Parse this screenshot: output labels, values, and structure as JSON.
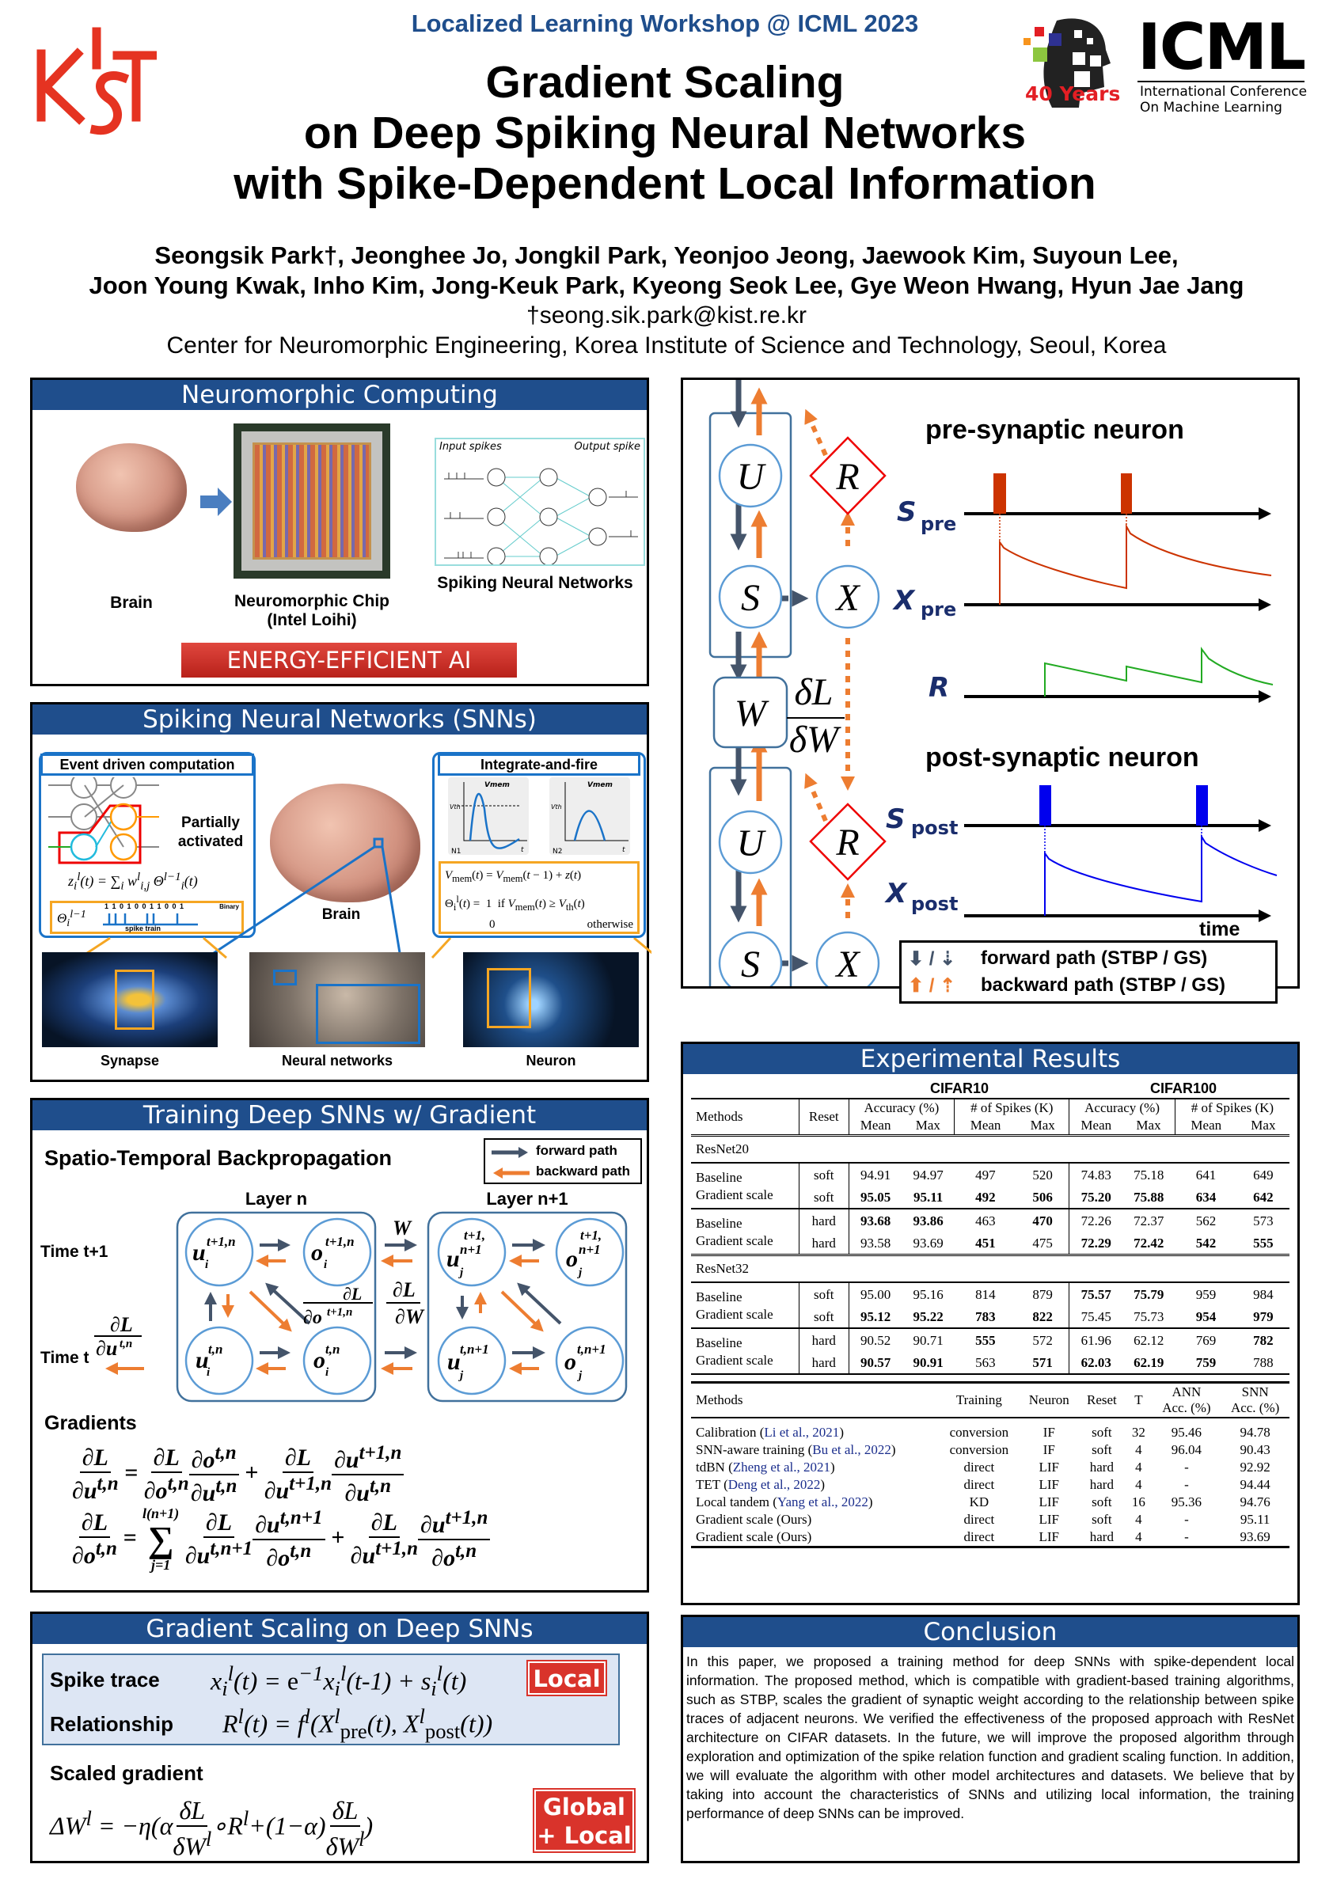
{
  "header": {
    "workshop": "Localized Learning Workshop @ ICML 2023",
    "title": [
      "Gradient Scaling",
      "on Deep Spiking Neural Networks",
      "with Spike-Dependent Local Information"
    ],
    "authors": [
      "Seongsik Park†, Jeonghee Jo, Jongkil Park, Yeonjoo Jeong, Jaewook Kim, Suyoun Lee,",
      "Joon Young Kwak, Inho Kim, Jong-Keuk Park, Kyeong Seok Lee, Gye Weon Hwang, Hyun Jae Jang"
    ],
    "email": "†seong.sik.park@kist.re.kr",
    "affiliation": "Center for Neuromorphic Engineering, Korea Institute of Science and Technology, Seoul, Korea",
    "kist_logo": "KIST",
    "icml_logo": {
      "name": "ICML",
      "years": "40 Years",
      "sub1": "International Conference",
      "sub2": "On Machine Learning"
    }
  },
  "neuromorphic": {
    "title": "Neuromorphic Computing",
    "brain": "Brain",
    "chip": [
      "Neuromorphic Chip",
      "(Intel Loihi)"
    ],
    "snn": "Spiking Neural Networks",
    "input_spikes": "Input spikes",
    "output_spike": "Output spike",
    "banner": "ENERGY-EFFICIENT AI"
  },
  "snns": {
    "title": "Spiking Neural Networks (SNNs)",
    "event": "Event driven computation",
    "partial": [
      "Partially",
      "activated"
    ],
    "binary_bits": "1 1 0 1 0 0 1 1 0 0 1",
    "binary": "Binary",
    "spike_train": "spike train",
    "iaf": "Integrate-and-fire",
    "vmem": "V",
    "vth": "V",
    "n1": "N1",
    "n2": "N2",
    "t": "t",
    "otherwise": "otherwise",
    "brain": "Brain",
    "synapse": "Synapse",
    "neural_networks": "Neural networks",
    "neuron": "Neuron"
  },
  "training": {
    "title": "Training Deep SNNs w/ Gradient",
    "subtitle": "Spatio-Temporal Backpropagation",
    "legend_fwd": "forward path",
    "legend_bwd": "backward path",
    "layer_n": "Layer n",
    "layer_n1": "Layer n+1",
    "time_t1": "Time t+1",
    "time_t": "Time t",
    "W": "W",
    "gradients": "Gradients"
  },
  "gs": {
    "title": "Gradient Scaling on Deep SNNs",
    "spike_trace": "Spike trace",
    "relationship": "Relationship",
    "local": "Local",
    "scaled": "Scaled gradient",
    "global": "Global",
    "plus_local": "+ Local"
  },
  "diagram": {
    "pre_title": "pre-synaptic neuron",
    "post_title": "post-synaptic neuron",
    "time": "time",
    "legend_fwd": "forward path (STBP / GS)",
    "legend_bwd": "backward path (STBP / GS)",
    "U": "U",
    "S": "S",
    "X": "X",
    "R": "R",
    "W": "W"
  },
  "results": {
    "title": "Experimental Results",
    "cifar10": "CIFAR10",
    "cifar100": "CIFAR100",
    "h_methods": "Methods",
    "h_reset": "Reset",
    "h_acc": "Accuracy (%)",
    "h_spk": "# of Spikes (K)",
    "h_mean": "Mean",
    "h_max": "Max",
    "groups": [
      {
        "name": "ResNet20",
        "blocks": [
          [
            {
              "m": "Baseline",
              "r": "soft",
              "v": [
                "94.91",
                "94.97",
                "497",
                "520",
                "74.83",
                "75.18",
                "641",
                "649"
              ],
              "b": [
                0,
                0,
                0,
                0,
                0,
                0,
                0,
                0
              ]
            },
            {
              "m": "Gradient scale",
              "r": "soft",
              "v": [
                "95.05",
                "95.11",
                "492",
                "506",
                "75.20",
                "75.88",
                "634",
                "642"
              ],
              "b": [
                1,
                1,
                1,
                1,
                1,
                1,
                1,
                1
              ]
            }
          ],
          [
            {
              "m": "Baseline",
              "r": "hard",
              "v": [
                "93.68",
                "93.86",
                "463",
                "470",
                "72.26",
                "72.37",
                "562",
                "573"
              ],
              "b": [
                1,
                1,
                0,
                1,
                0,
                0,
                0,
                0
              ]
            },
            {
              "m": "Gradient scale",
              "r": "hard",
              "v": [
                "93.58",
                "93.69",
                "451",
                "475",
                "72.29",
                "72.42",
                "542",
                "555"
              ],
              "b": [
                0,
                0,
                1,
                0,
                1,
                1,
                1,
                1
              ]
            }
          ]
        ]
      },
      {
        "name": "ResNet32",
        "blocks": [
          [
            {
              "m": "Baseline",
              "r": "soft",
              "v": [
                "95.00",
                "95.16",
                "814",
                "879",
                "75.57",
                "75.79",
                "959",
                "984"
              ],
              "b": [
                0,
                0,
                0,
                0,
                1,
                1,
                0,
                0
              ]
            },
            {
              "m": "Gradient scale",
              "r": "soft",
              "v": [
                "95.12",
                "95.22",
                "783",
                "822",
                "75.45",
                "75.73",
                "954",
                "979"
              ],
              "b": [
                1,
                1,
                1,
                1,
                0,
                0,
                1,
                1
              ]
            }
          ],
          [
            {
              "m": "Baseline",
              "r": "hard",
              "v": [
                "90.52",
                "90.71",
                "555",
                "572",
                "61.96",
                "62.12",
                "769",
                "782"
              ],
              "b": [
                0,
                0,
                1,
                0,
                0,
                0,
                0,
                1
              ]
            },
            {
              "m": "Gradient scale",
              "r": "hard",
              "v": [
                "90.57",
                "90.91",
                "563",
                "571",
                "62.03",
                "62.19",
                "759",
                "788"
              ],
              "b": [
                1,
                1,
                0,
                1,
                1,
                1,
                1,
                0
              ]
            }
          ]
        ]
      }
    ],
    "cmp_headers": [
      "Methods",
      "Training",
      "Neuron",
      "Reset",
      "T",
      "ANN",
      "Acc. (%)",
      "SNN",
      "Acc. (%)"
    ],
    "cmp": [
      [
        "Calibration (",
        "Li et al., 2021",
        ")",
        "conversion",
        "IF",
        "soft",
        "32",
        "95.46",
        "94.78"
      ],
      [
        "SNN-aware training (",
        "Bu et al., 2022",
        ")",
        "conversion",
        "IF",
        "soft",
        "4",
        "96.04",
        "90.43"
      ],
      [
        "tdBN (",
        "Zheng et al., 2021",
        ")",
        "direct",
        "LIF",
        "hard",
        "4",
        "-",
        "92.92"
      ],
      [
        "TET (",
        "Deng et al., 2022",
        ")",
        "direct",
        "LIF",
        "hard",
        "4",
        "-",
        "94.44"
      ],
      [
        "Local tandem (",
        "Yang et al., 2022",
        ")",
        "KD",
        "LIF",
        "soft",
        "16",
        "95.36",
        "94.76"
      ],
      [
        "Gradient scale (Ours)",
        "",
        "",
        "direct",
        "LIF",
        "soft",
        "4",
        "-",
        "95.11"
      ],
      [
        "Gradient scale (Ours)",
        "",
        "",
        "direct",
        "LIF",
        "hard",
        "4",
        "-",
        "93.69"
      ]
    ]
  },
  "conclusion": {
    "title": "Conclusion",
    "text": "In this paper, we proposed a training method for deep SNNs with spike-dependent local information. The proposed method, which is compatible with gradient-based training algorithms, such as STBP, scales the gradient of synaptic weight according to the relationship between spike traces of adjacent neurons. We verified the effectiveness of the proposed approach with ResNet architecture on CIFAR datasets. In the future, we will improve the proposed algorithm through exploration and optimization of the spike relation function and gradient scaling function. In addition, we will evaluate the algorithm with other model architectures and datasets. We believe that by taking into account the characteristics of SNNs and utilizing local information, the training performance of deep SNNs can be improved."
  },
  "colors": {
    "header_bar": "#1f4e8c",
    "accent_red": "#d9332b",
    "orange": "#ed7d31",
    "blue_circle": "#5b9bd5",
    "navy_arrow": "#44546a"
  }
}
